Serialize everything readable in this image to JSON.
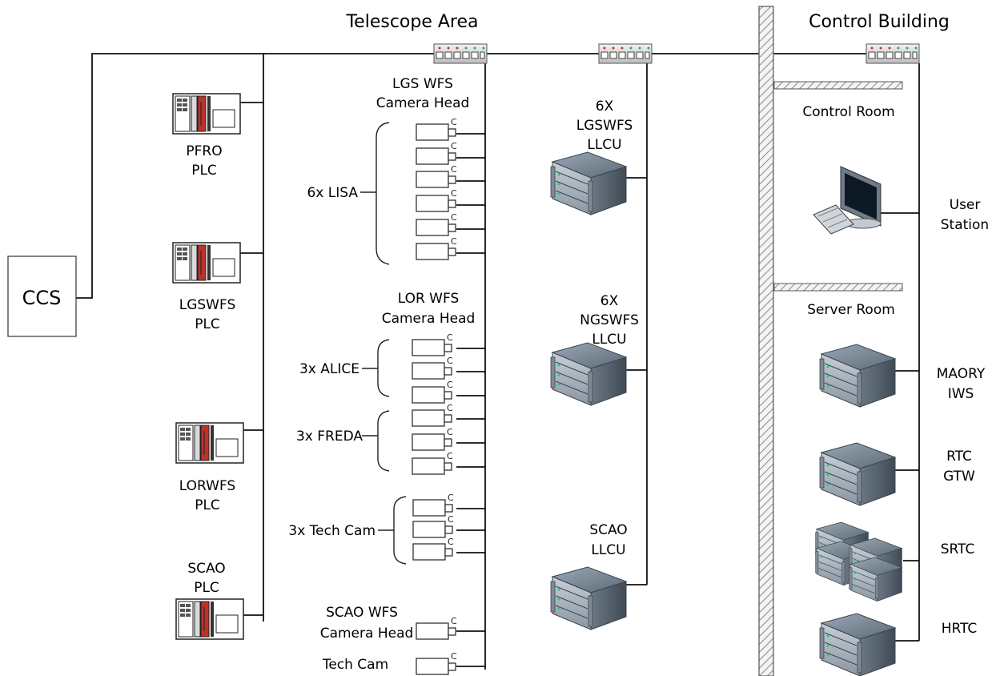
{
  "areas": {
    "telescope": "Telescope Area",
    "control_building": "Control Building"
  },
  "ccs": "CCS",
  "plcs": [
    {
      "line1": "PFRO",
      "line2": "PLC"
    },
    {
      "line1": "LGSWFS",
      "line2": "PLC"
    },
    {
      "line1": "LORWFS",
      "line2": "PLC"
    },
    {
      "line1": "SCAO",
      "line2": "PLC"
    }
  ],
  "lgs_camera_head": {
    "line1": "LGS WFS",
    "line2": "Camera Head"
  },
  "lor_camera_head": {
    "line1": "LOR WFS",
    "line2": "Camera Head"
  },
  "scao_camera_head": {
    "line1": "SCAO WFS",
    "line2": "Camera Head"
  },
  "tech_cam": "Tech Cam",
  "camera_groups": {
    "lisa": "6x LISA",
    "alice": "3x ALICE",
    "freda": "3x FREDA",
    "techcam": "3x Tech Cam"
  },
  "camera_marker": "C",
  "llcus": [
    {
      "line1": "6X",
      "line2": "LGSWFS",
      "line3": "LLCU"
    },
    {
      "line1": "6X",
      "line2": "NGSWFS",
      "line3": "LLCU"
    },
    {
      "line1": "SCAO",
      "line2": "LLCU"
    }
  ],
  "rooms": {
    "control": "Control Room",
    "server": "Server Room"
  },
  "user_station": {
    "line1": "User",
    "line2": "Station"
  },
  "servers": [
    {
      "line1": "MAORY",
      "line2": "IWS"
    },
    {
      "line1": "RTC",
      "line2": "GTW"
    },
    {
      "line1": "SRTC",
      "line2": ""
    },
    {
      "line1": "HRTC",
      "line2": ""
    }
  ],
  "icons": [
    "network-switch-icon",
    "plc-icon",
    "camera-icon",
    "server-rack-icon",
    "workstation-icon",
    "wall-hatch"
  ]
}
